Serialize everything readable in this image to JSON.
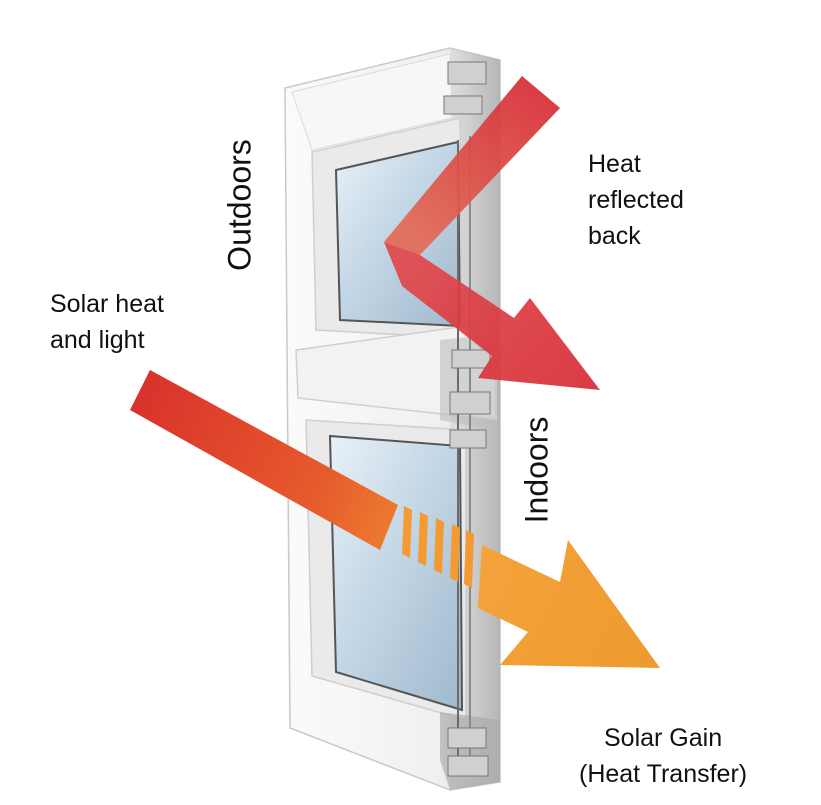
{
  "labels": {
    "outdoors": "Outdoors",
    "indoors": "Indoors",
    "heat_reflected": [
      "Heat",
      "reflected",
      "back"
    ],
    "solar_input": [
      "Solar heat",
      "and light"
    ],
    "solar_gain": [
      "Solar Gain",
      "(Heat Transfer)"
    ]
  },
  "colors": {
    "background": "#ffffff",
    "frame": "#f2f2f2",
    "frame_shadow": "#cfcfcf",
    "glass": "#c4d7e6",
    "red_arrow": "#d42a2a",
    "orange_arrow": "#f0a033"
  },
  "icons": {
    "arrow_reflected": "heat-reflected-arrow",
    "arrow_incoming": "solar-incoming-arrow",
    "arrow_gain": "solar-gain-arrow"
  }
}
